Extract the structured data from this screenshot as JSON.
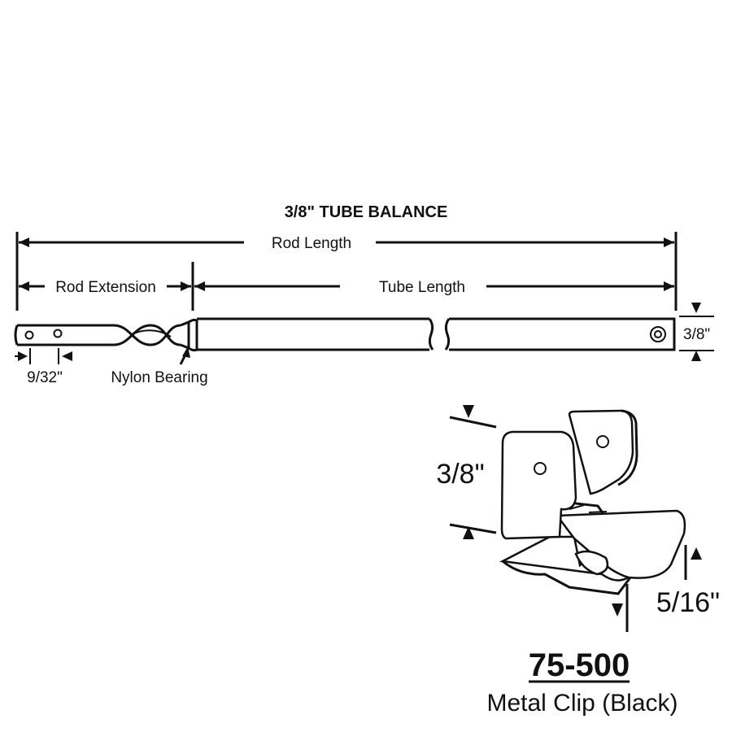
{
  "title": "3/8\" TUBE BALANCE",
  "dimensions": {
    "rod_length": "Rod Length",
    "rod_extension": "Rod Extension",
    "tube_length": "Tube Length",
    "tube_diameter": "3/8\"",
    "hole_spacing": "9/32\"",
    "nylon_bearing": "Nylon Bearing"
  },
  "clip": {
    "height": "3/8\"",
    "depth": "5/16\"",
    "part_number": "75-500",
    "description": "Metal Clip (Black)"
  },
  "colors": {
    "line": "#111111",
    "background": "#ffffff"
  }
}
